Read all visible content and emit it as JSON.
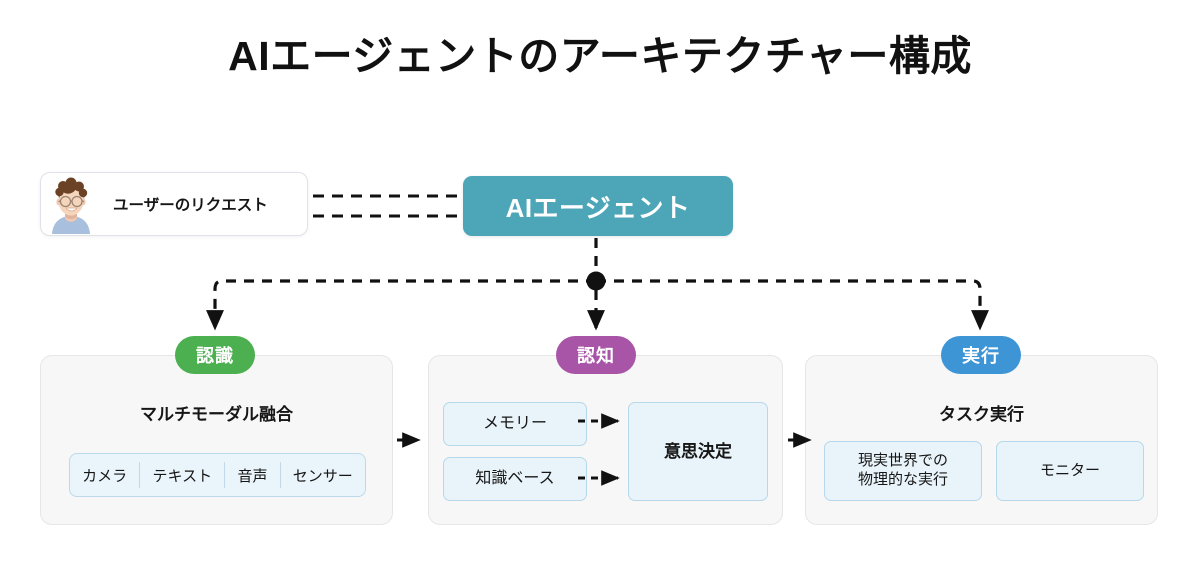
{
  "page": {
    "title": "AIエージェントのアーキテクチャー構成",
    "background": "#ffffff"
  },
  "user_request": {
    "label": "ユーザーのリクエスト",
    "avatar_icon": "user-avatar-illustration"
  },
  "agent": {
    "label": "AIエージェント",
    "color": "#4da6b8"
  },
  "stages": [
    {
      "pill": "認識",
      "pill_color": "#4caf50",
      "heading": "マルチモーダル融合",
      "modalities": [
        "カメラ",
        "テキスト",
        "音声",
        "センサー"
      ]
    },
    {
      "pill": "認知",
      "pill_color": "#a855a8",
      "heading": "",
      "inputs": [
        "メモリー",
        "知識ベース"
      ],
      "output": "意思決定"
    },
    {
      "pill": "実行",
      "pill_color": "#3d95d6",
      "heading": "タスク実行",
      "items": [
        "現実世界での\n物理的な実行",
        "モニター"
      ]
    }
  ],
  "connectors": {
    "style": "dashed",
    "color": "#111111",
    "junction_icon": "junction-dot"
  }
}
